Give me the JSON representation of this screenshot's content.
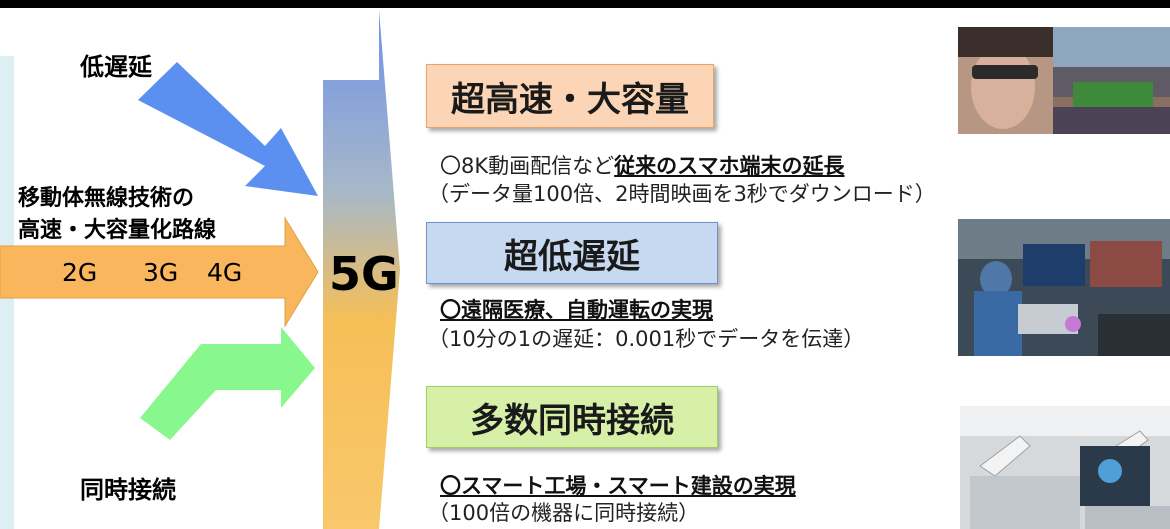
{
  "left": {
    "low_latency": "低遅延",
    "mobile_line1": "移動体無線技術の",
    "mobile_line2": "高速・大容量化路線",
    "generations": [
      "2G",
      "3G",
      "4G"
    ],
    "simultaneous": "同時接続"
  },
  "center_label": "5G",
  "features": [
    {
      "title": "超高速・大容量",
      "line1_prefix": "〇8K動画配信など",
      "line1_emph": "従来のスマホ端末の延長",
      "line2": "（データ量100倍、2時間映画を3秒でダウンロード）",
      "image": "stadium-vr-photo"
    },
    {
      "title": "超低遅延",
      "line1_prefix": "",
      "line1_emph": "〇遠隔医療、自動運転の実現",
      "line2": "（10分の1の遅延：0.001秒でデータを伝達）",
      "image": "remote-surgery-photo"
    },
    {
      "title": "多数同時接続",
      "line1_prefix": "",
      "line1_emph": "〇スマート工場・スマート建設の実現",
      "line2": "（100倍の機器に同時接続）",
      "image": "smart-factory-photo"
    }
  ],
  "colors": {
    "blue_arrow": "#5b8ff0",
    "orange_arrow": "#f9b65c",
    "green_arrow": "#88f78e",
    "box1": "#fbd5b5",
    "box2": "#c6d9f1",
    "box3": "#d7f0a8"
  }
}
